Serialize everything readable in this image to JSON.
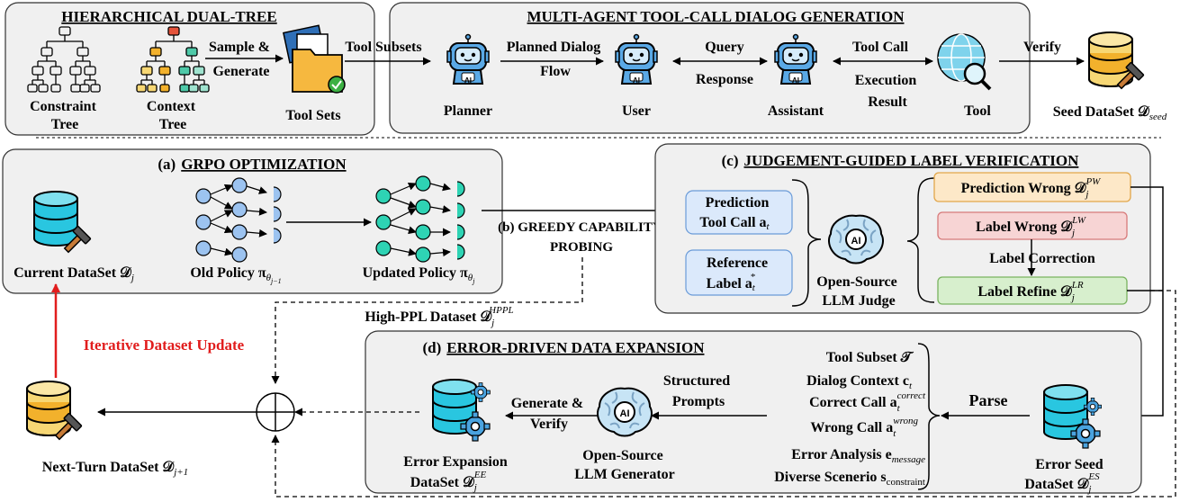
{
  "panels": {
    "dual_tree": {
      "title": "HIERARCHICAL DUAL-TREE",
      "constraint_tree": [
        "Constraint",
        "Tree"
      ],
      "context_tree": [
        "Context",
        "Tree"
      ],
      "sample_generate": [
        "Sample &",
        "Generate"
      ],
      "tool_sets": "Tool Sets"
    },
    "dialog_gen": {
      "title": "MULTI-AGENT TOOL-CALL DIALOG GENERATION",
      "tool_subsets": "Tool Subsets",
      "planned_dialog": [
        "Planned Dialog",
        "Flow"
      ],
      "query": "Query",
      "response": "Response",
      "tool_call": "Tool Call",
      "execution_result": [
        "Execution",
        "Result"
      ],
      "verify": "Verify",
      "planner": "Planner",
      "user": "User",
      "assistant": "Assistant",
      "tool": "Tool",
      "seed_dataset": "Seed DataSet 𝒟",
      "seed_sub": "seed",
      "ai_badge": "AI"
    },
    "grpo": {
      "label": "(a)",
      "title": "GRPO OPTIMIZATION",
      "current_dataset": "Current DataSet 𝒟",
      "current_sub": "j",
      "old_policy": "Old Policy π",
      "old_sub": "θ",
      "old_subsub": "j−1",
      "updated_policy": "Updated Policy π",
      "updated_sub": "θ",
      "updated_subsub": "j"
    },
    "greedy": {
      "lines": [
        "(b) GREEDY CAPABILITY",
        "PROBING"
      ],
      "high_ppl": "High-PPL Dataset 𝒟",
      "high_ppl_sup": "HPPL",
      "high_ppl_sub": "j"
    },
    "judgement": {
      "label": "(c)",
      "title": "JUDGEMENT-GUIDED LABEL VERIFICATION",
      "prediction_box": [
        "Prediction",
        "Tool Call a"
      ],
      "prediction_sub": "t",
      "reference_box": [
        "Reference",
        "Label a"
      ],
      "reference_sub": "t",
      "reference_sup": "*",
      "judge": [
        "Open-Source",
        "LLM Judge"
      ],
      "pred_wrong": "Prediction Wrong 𝒟",
      "pred_wrong_sup": "PW",
      "label_wrong": "Label Wrong 𝒟",
      "label_wrong_sup": "LW",
      "label_correction": "Label Correction",
      "label_refine": "Label Refine 𝒟",
      "label_refine_sup": "LR",
      "sub_j": "j",
      "ai_badge": "AI"
    },
    "expansion": {
      "label": "(d)",
      "title": "ERROR-DRIVEN DATA EXPANSION",
      "structured_prompts": [
        "Structured",
        "Prompts"
      ],
      "generate_verify": [
        "Generate &",
        "Verify"
      ],
      "generator": [
        "Open-Source",
        "LLM Generator"
      ],
      "error_expansion": [
        "Error Expansion",
        "DataSet 𝒟"
      ],
      "ee_sup": "EE",
      "error_seed": [
        "Error Seed",
        "DataSet 𝒟"
      ],
      "es_sup": "ES",
      "sub_j": "j",
      "parse": "Parse",
      "ai_badge": "AI",
      "list": {
        "tool_subset": "Tool Subset 𝒯",
        "dialog_context": "Dialog Context c",
        "dialog_context_sub": "t",
        "correct_call": "Correct Call a",
        "correct_sup": "correct",
        "wrong_call": "Wrong Call a",
        "wrong_sup": "wrong",
        "t_sub": "t",
        "error_analysis": "Error Analysis e",
        "error_analysis_sub": "message",
        "diverse": "Diverse Scenerio s",
        "diverse_sub": "constraint"
      }
    },
    "loop": {
      "iterative_update": "Iterative Dataset Update",
      "next_turn": "Next-Turn DataSet 𝒟",
      "next_sub": "j+1"
    }
  },
  "colors": {
    "panel_bg": "#f0f0f0",
    "accent_red": "#e11d1d",
    "db_cyan": "#29c6e0",
    "db_yellow": "#f7d774",
    "db_gold": "#f2b12c",
    "robot_blue": "#5aa9e6",
    "node_teal": "#2ed3b4",
    "node_blue": "#9cc3f0",
    "box_blue": "#dbe9fb",
    "box_orange": "#fde8c8",
    "box_red": "#f7d4d4",
    "box_green": "#d7efcd"
  },
  "icons": [
    "tree-icon",
    "folder-icon",
    "robot-icon",
    "globe-icon",
    "database-icon",
    "brain-icon",
    "gear-icon",
    "hammer-icon",
    "xor-icon"
  ]
}
